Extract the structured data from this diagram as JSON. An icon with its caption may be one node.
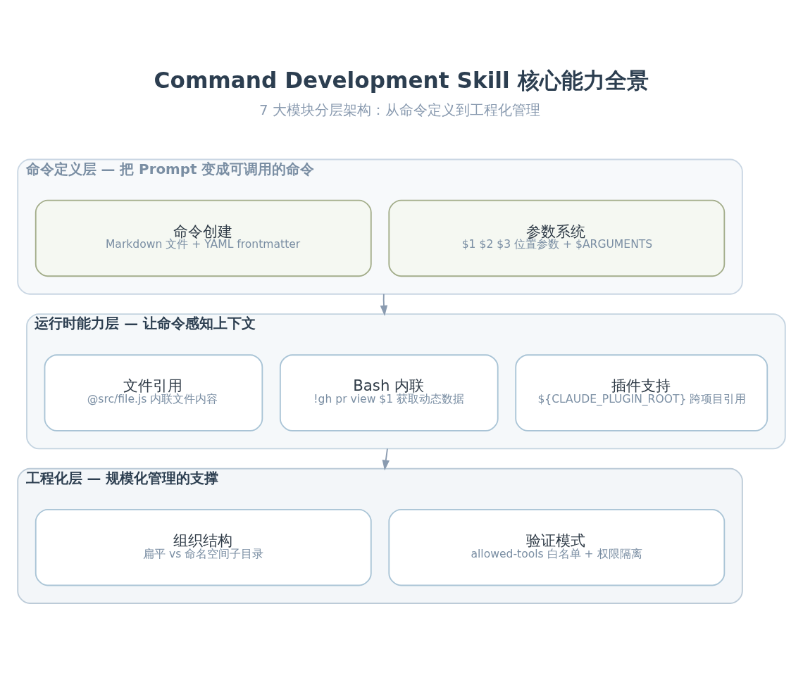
{
  "diagram": {
    "title": "Command Development Skill 核心能力全景",
    "caption": "7 大模块分层架构：从命令定义到工程化管理",
    "nodes": [
      {
        "text": [
          "命令定义层 — 把 Prompt 变成可调用的命令"
        ]
      },
      {
        "text": [
          "命令创建",
          "Markdown 文件 + YAML frontmatter"
        ],
        "in": 0
      },
      {
        "text": [
          "参数系统",
          "$1 $2 $3 位置参数 + $ARGUMENTS"
        ],
        "in": 0
      },
      {
        "text": [
          "运行时能力层 — 让命令感知上下文"
        ]
      },
      {
        "text": [
          "文件引用",
          "@src/file.js 内联文件内容"
        ],
        "in": 3
      },
      {
        "text": [
          "Bash 内联",
          "!gh pr view $1 获取动态数据"
        ],
        "in": 3
      },
      {
        "text": [
          "插件支持",
          "${CLAUDE_PLUGIN_ROOT} 跨项目引用"
        ],
        "in": 3
      },
      {
        "text": [
          "工程化层 — 规模化管理的支撑"
        ]
      },
      {
        "text": [
          "组织结构",
          "扁平 vs 命名空间子目录"
        ],
        "in": 7
      },
      {
        "text": [
          "验证模式",
          "allowed-tools 白名单 + 权限隔离"
        ],
        "in": 7
      }
    ],
    "edges": [
      {
        "from": 0,
        "to": 3,
        "arrow": "to"
      },
      {
        "from": 3,
        "to": 7,
        "arrow": "to"
      }
    ]
  }
}
